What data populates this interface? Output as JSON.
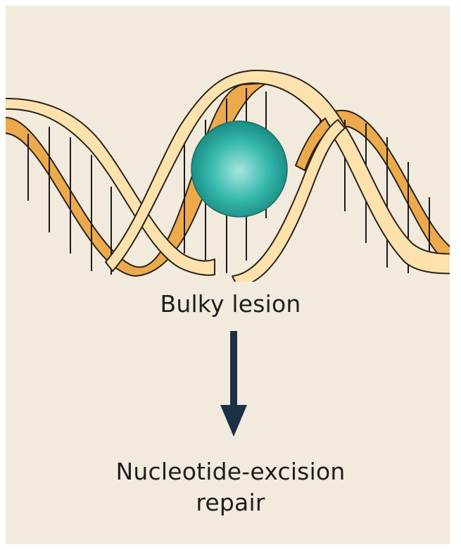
{
  "diagram": {
    "lesion_label": "Bulky lesion",
    "repair_label_line1": "Nucleotide-excision",
    "repair_label_line2": "repair"
  },
  "colors": {
    "background": "#f2ebdd",
    "strand_light": "#fde2ad",
    "strand_dark": "#ecaa4c",
    "strand_outline": "#2a2218",
    "lesion": "#28b0a4",
    "arrow": "#1b3046"
  }
}
